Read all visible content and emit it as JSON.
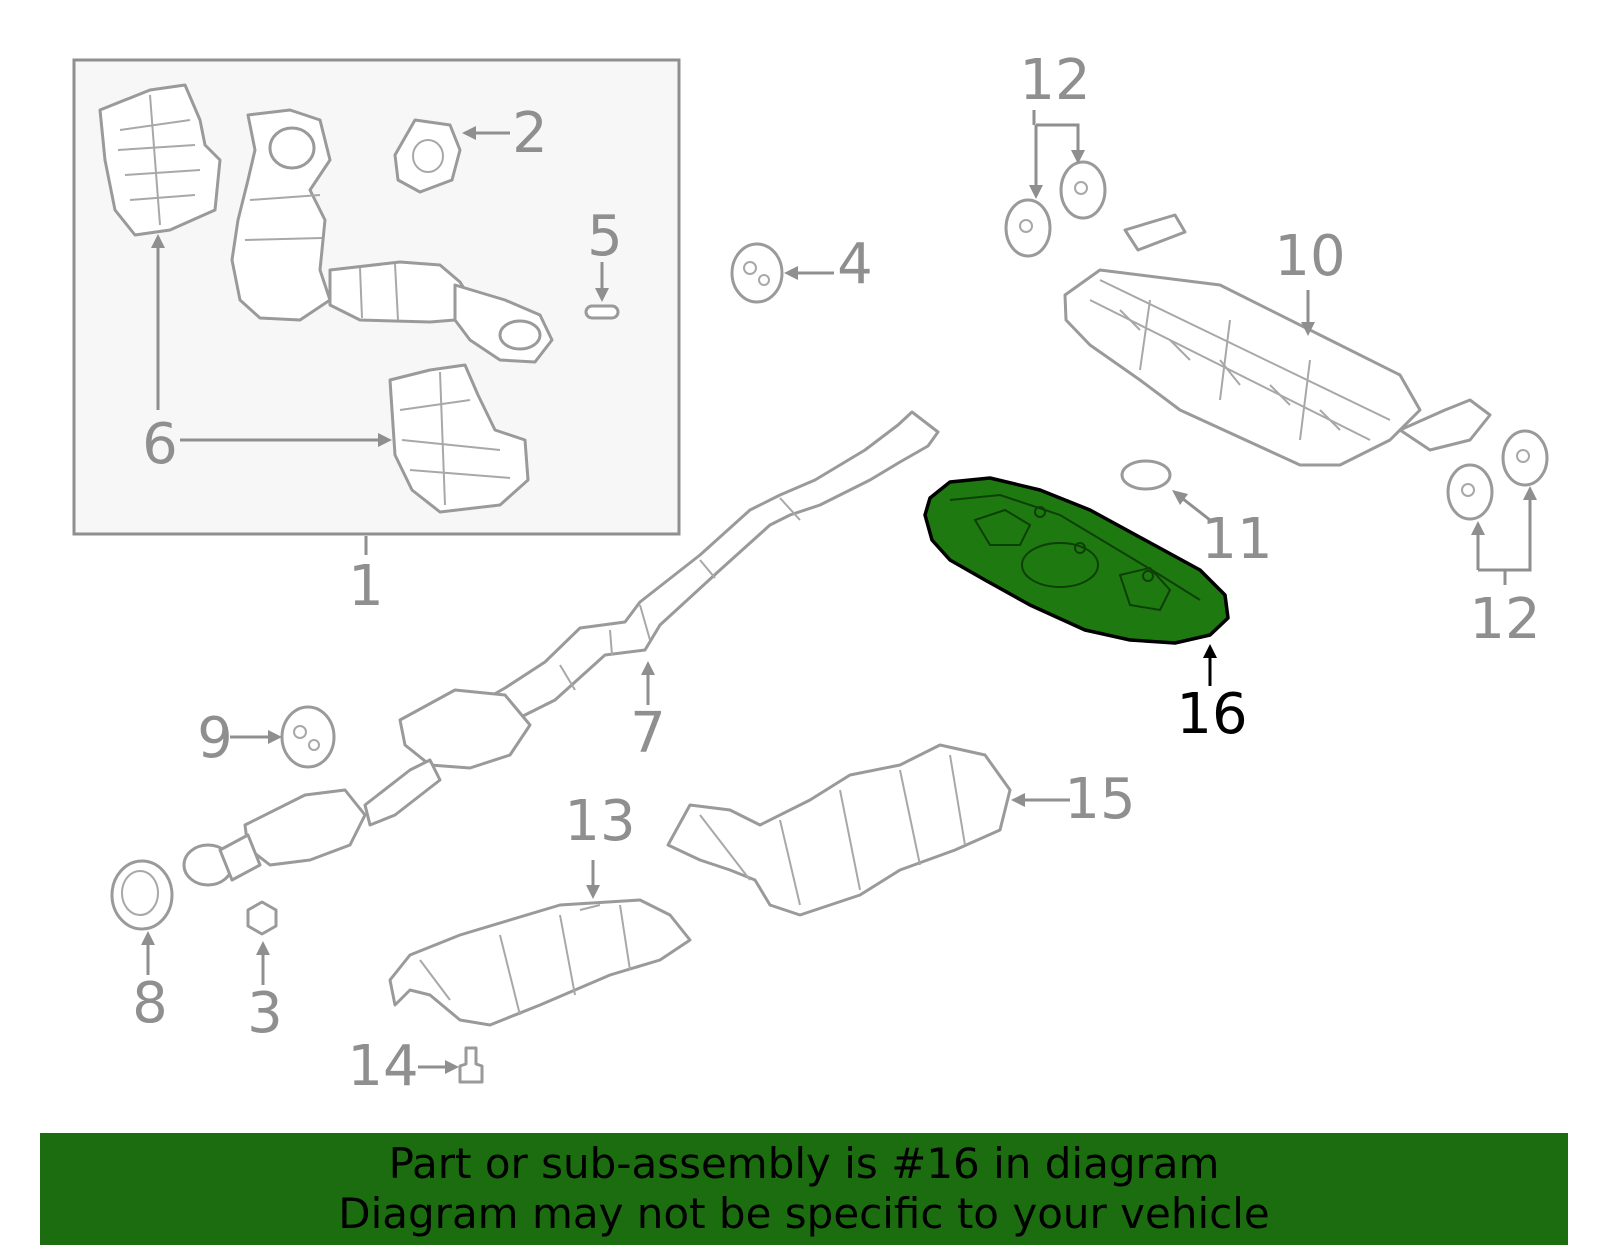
{
  "callouts": {
    "c1": "1",
    "c2": "2",
    "c3": "3",
    "c4": "4",
    "c5": "5",
    "c6": "6",
    "c7": "7",
    "c8": "8",
    "c9": "9",
    "c10": "10",
    "c11": "11",
    "c12a": "12",
    "c12b": "12",
    "c13": "13",
    "c14": "14",
    "c15": "15",
    "c16": "16"
  },
  "highlighted_part": "16",
  "colors": {
    "highlight": "#1e7a10",
    "banner_background": "#1b6d0f",
    "line_art": "#9a9a9a"
  },
  "banner": {
    "line1": "Part or sub-assembly is #16 in diagram",
    "line2": "Diagram may not be specific to your vehicle"
  }
}
